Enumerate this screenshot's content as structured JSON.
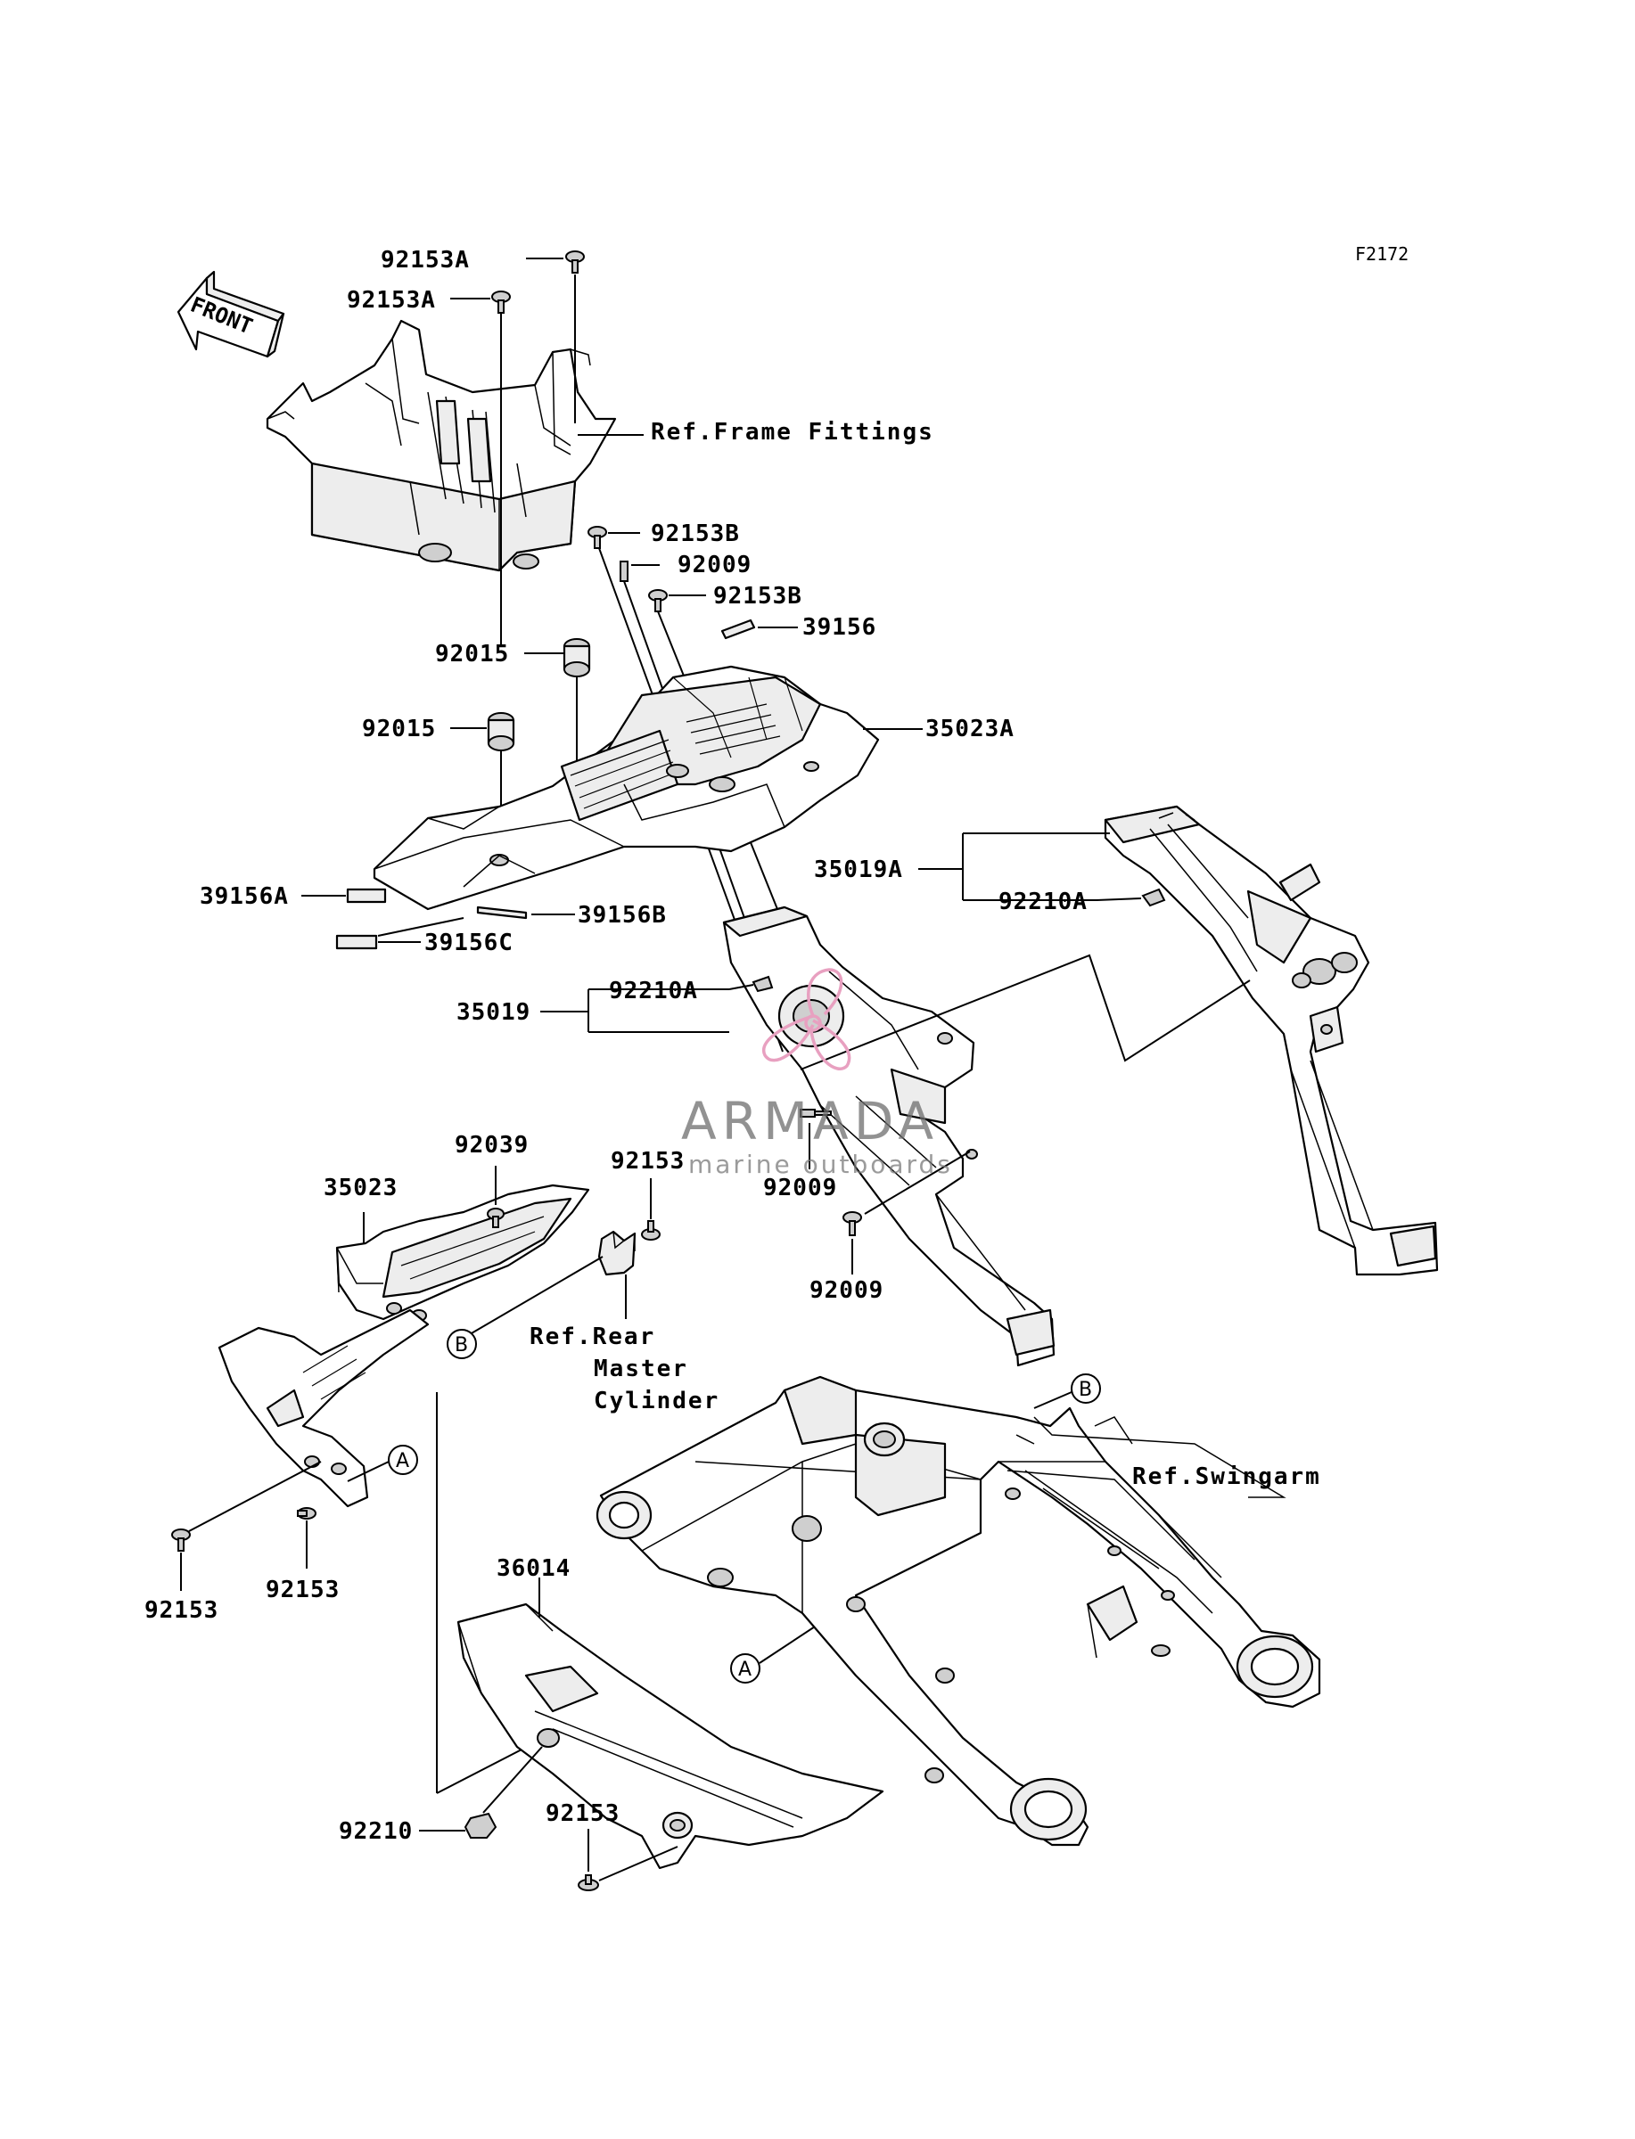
{
  "figure_code": "F2172",
  "front_label": "FRONT",
  "watermark": {
    "brand": "ARMADA",
    "tagline": "marine outboards",
    "colors": {
      "logo": "#e8a0c0",
      "text": "#707070"
    }
  },
  "callouts": {
    "p92153A_1": "92153A",
    "p92153A_2": "92153A",
    "p92153B_1": "92153B",
    "p92009_1": "92009",
    "p92153B_2": "92153B",
    "p39156": "39156",
    "p92015_1": "92015",
    "p92015_2": "92015",
    "p35023A": "35023A",
    "p35019A": "35019A",
    "p92210A_1": "92210A",
    "p39156A": "39156A",
    "p39156B": "39156B",
    "p39156C": "39156C",
    "p92210A_2": "92210A",
    "p35019": "35019",
    "p92039": "92039",
    "p35023": "35023",
    "p92153_1": "92153",
    "p92009_2": "92009",
    "p92009_3": "92009",
    "p92153_2": "92153",
    "p92153_3": "92153",
    "p36014": "36014",
    "p92210": "92210",
    "p92153_4": "92153"
  },
  "refs": {
    "frame_fittings": "Ref.Frame Fittings",
    "rear_master_cyl_1": "Ref.Rear",
    "rear_master_cyl_2": "Master",
    "rear_master_cyl_3": "Cylinder",
    "swingarm": "Ref.Swingarm"
  },
  "connectors": {
    "a": "A",
    "b": "B"
  }
}
